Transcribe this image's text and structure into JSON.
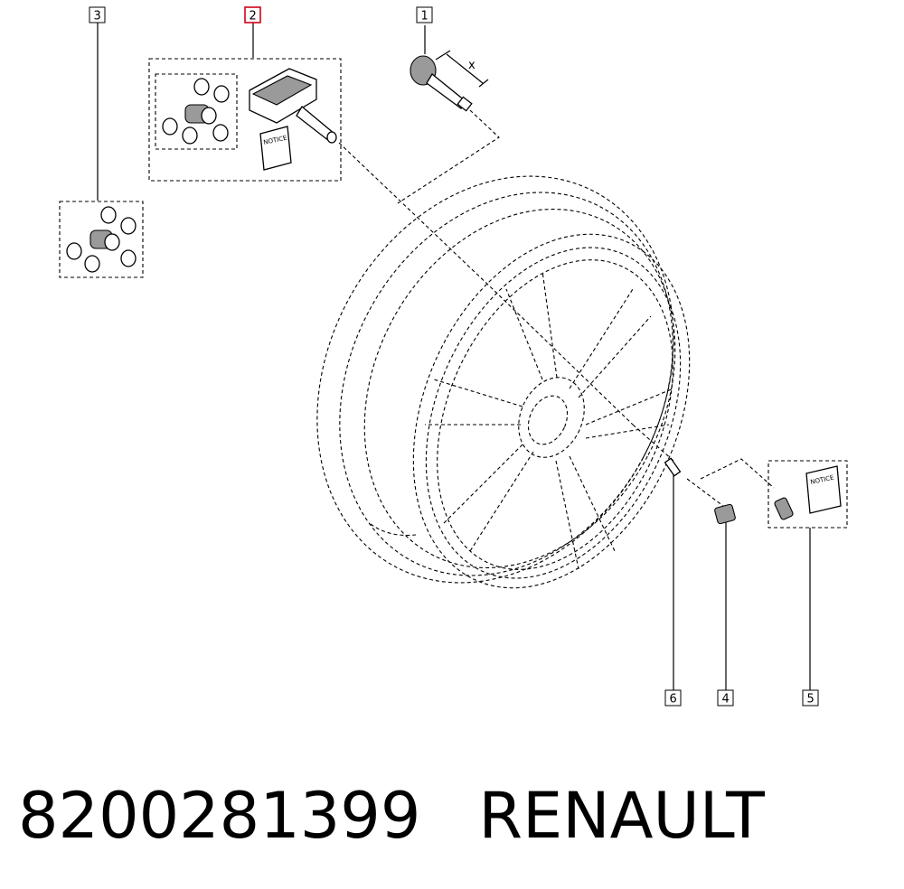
{
  "callouts": [
    {
      "id": "1",
      "label": "1",
      "highlighted": false
    },
    {
      "id": "2",
      "label": "2",
      "highlighted": true
    },
    {
      "id": "3",
      "label": "3",
      "highlighted": false
    },
    {
      "id": "4",
      "label": "4",
      "highlighted": false
    },
    {
      "id": "5",
      "label": "5",
      "highlighted": false
    },
    {
      "id": "6",
      "label": "6",
      "highlighted": false
    }
  ],
  "dimension_label": "x",
  "manual_label": "NOTICE",
  "caption": {
    "part_number": "8200281399",
    "brand": "RENAULT"
  },
  "colors": {
    "highlight": "#d0021b",
    "line": "#000000",
    "background": "#ffffff"
  }
}
